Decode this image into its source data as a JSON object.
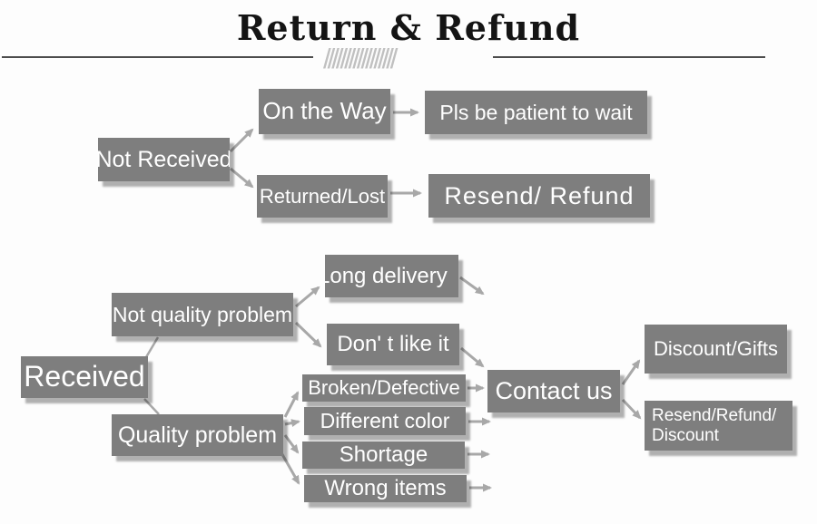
{
  "title": "Return & Refund",
  "decoration": {
    "slashes": "/////////////////"
  },
  "colors": {
    "node_fill": "#7e7e7e",
    "node_text": "#ffffff",
    "arrow": "#a8a8a8",
    "title_text": "#141414",
    "divider": "#4d4d4d",
    "hatch": "#c0c0c0",
    "background": "#fdfdfd"
  },
  "nodes": {
    "not_received": "Not Received",
    "on_the_way": "On the Way",
    "pls_wait": "Pls be patient to wait",
    "returned_lost": "Returned/Lost",
    "resend_refund": "Resend/ Refund",
    "received": "Received",
    "not_quality_problem": "Not quality problem",
    "long_delivery": "Long delivery",
    "dont_like_it": "Don' t like it",
    "quality_problem": "Quality problem",
    "broken_defective": "Broken/Defective",
    "different_color": "Different color",
    "shortage": "Shortage",
    "wrong_items": "Wrong items",
    "contact_us": "Contact us",
    "discount_gifts": "Discount/Gifts",
    "resend_refund_discount_line1": "Resend/Refund/",
    "resend_refund_discount_line2": "Discount"
  }
}
